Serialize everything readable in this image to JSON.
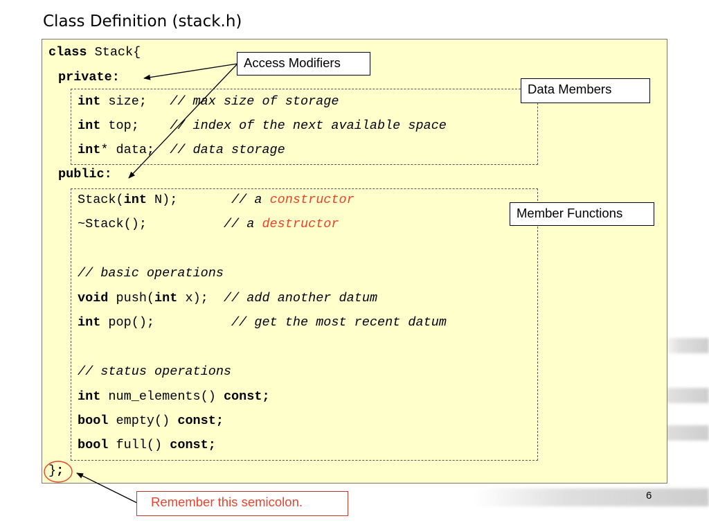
{
  "title": "Class Definition (stack.h)",
  "code": {
    "l1": {
      "kw": "class",
      "rest": " Stack{"
    },
    "l2": {
      "kw": "private",
      "rest": ":"
    },
    "l3": {
      "kw": "int",
      "rest": " size;   ",
      "comment": "// max size of storage"
    },
    "l4": {
      "kw": "int",
      "rest": " top;    ",
      "comment": "// index of the next available space"
    },
    "l5": {
      "kw": "int",
      "rest": "* data;  ",
      "comment": "// data storage"
    },
    "l6": {
      "kw": "public:"
    },
    "l7": {
      "a": "Stack(",
      "kw": "int",
      "b": " N);       ",
      "comment": "// a ",
      "hl": "constructor"
    },
    "l8": {
      "a": "~Stack();          ",
      "comment": "// a ",
      "hl": "destructor"
    },
    "l9": {
      "comment": "// basic operations"
    },
    "l10": {
      "kw": "void",
      "a": " push(",
      "kw2": "int",
      "b": " x);  ",
      "comment": "// add another datum"
    },
    "l11": {
      "kw": "int",
      "a": " pop();          ",
      "comment": "// get the most recent datum"
    },
    "l12": {
      "comment": "// status operations"
    },
    "l13": {
      "kw": "int",
      "a": " num_elements() ",
      "kw2": "const;"
    },
    "l14": {
      "kw": "bool",
      "a": " empty() ",
      "kw2": "const;"
    },
    "l15": {
      "kw": "bool",
      "a": " full() ",
      "kw2": "const;"
    },
    "l16": {
      "a": "}",
      "kw": ";"
    }
  },
  "callouts": {
    "access": "Access Modifiers",
    "data_members": "Data Members",
    "member_functions": "Member Functions",
    "semicolon": "Remember this semicolon."
  },
  "page_number": "6",
  "colors": {
    "code_bg": "#ffffcc",
    "highlight": "#e8432c"
  }
}
